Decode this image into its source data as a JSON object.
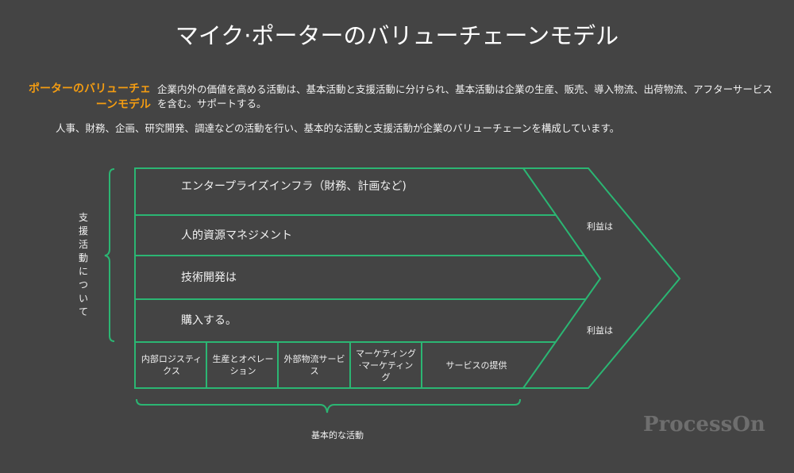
{
  "title": "マイク·ポーターのバリューチェーンモデル",
  "subtitle": "ポーターのバリューチェーンモデル",
  "description_1": "企業内外の価値を高める活動は、基本活動と支援活動に分けられ、基本活動は企業の生産、販売、導入物流、出荷物流、アフターサービスを含む。サポートする。",
  "description_2": "人事、財務、企画、研究開発、調達などの活動を行い、基本的な活動と支援活動が企業のバリューチェーンを構成しています。",
  "support_activities": {
    "label": "支援活動について",
    "rows": [
      "エンタープライズインフラ（財務、計画など)",
      "人的資源マネジメント",
      "技術開発は",
      "購入する。"
    ]
  },
  "primary_activities": {
    "label": "基本的な活動",
    "cells": [
      "内部ロジスティクス",
      "生産とオペレーション",
      "外部物流サービス",
      "マーケティング·マーケティング",
      "サービスの提供"
    ]
  },
  "margin": {
    "top": "利益は",
    "bottom": "利益は"
  },
  "watermark": "ProcessOn",
  "colors": {
    "background": "#444444",
    "line": "#2bb673",
    "accent": "#f39c12"
  }
}
